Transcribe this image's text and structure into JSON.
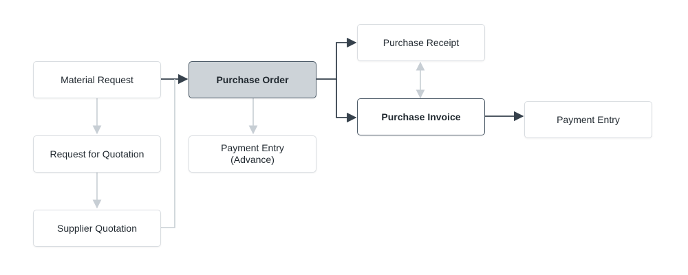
{
  "nodes": {
    "material_request": "Material Request",
    "request_for_quotation": "Request for Quotation",
    "supplier_quotation": "Supplier Quotation",
    "purchase_order": "Purchase Order",
    "payment_entry_advance": "Payment Entry\n(Advance)",
    "purchase_receipt": "Purchase Receipt",
    "purchase_invoice": "Purchase Invoice",
    "payment_entry": "Payment Entry"
  },
  "colors": {
    "primary_connector": "#36414c",
    "secondary_connector": "#c7ced4",
    "active_fill": "#cdd3d8",
    "node_border": "#d9dde1"
  }
}
